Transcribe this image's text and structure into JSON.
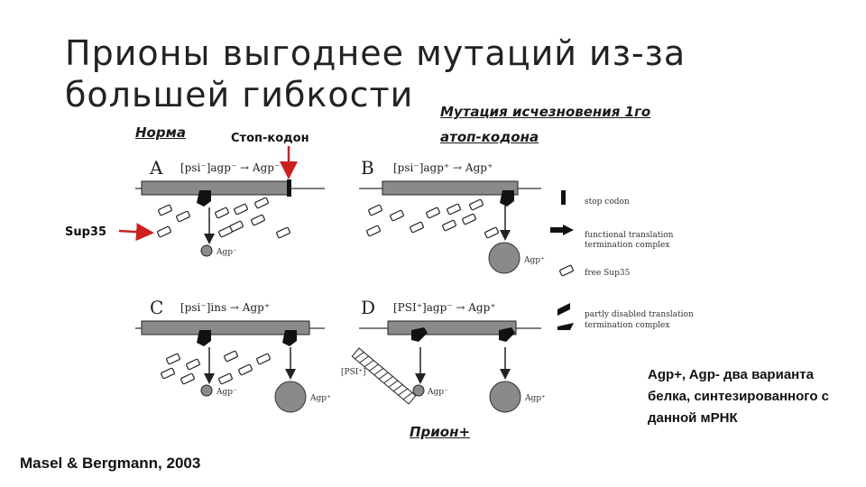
{
  "slide": {
    "title": "Прионы выгоднее мутаций из-за большей гибкости",
    "labels": {
      "norma": "Норма",
      "stop_codon": "Стоп-кодон",
      "mutation_line1": "Мутация исчезновения 1го",
      "mutation_line2": "атоп-кодона",
      "sup35": "Sup35",
      "prion": "Прион+"
    },
    "note": "Agp+, Agp-  два варианта белка, синтезированного с данной мРНК",
    "citation": "Masel & Bergmann, 2003"
  },
  "figure": {
    "panels": {
      "A": {
        "letter": "A",
        "formula": "[psi⁻]agp⁻ → Agp⁻",
        "product": "Agp⁻"
      },
      "B": {
        "letter": "B",
        "formula": "[psi⁻]agp⁺ → Agp⁺",
        "product": "Agp⁺"
      },
      "C": {
        "letter": "C",
        "formula": "[psi⁻]ins → Agp⁺",
        "product1": "Agp⁻",
        "product2": "Agp⁺"
      },
      "D": {
        "letter": "D",
        "formula": "[PSI⁺]agp⁻ → Agp⁺",
        "product1": "Agp⁻",
        "product2": "Agp⁺",
        "aggregate_label": "[PSI⁺]"
      }
    },
    "legend": {
      "stop": "stop codon",
      "functional_1": "functional translation",
      "functional_2": "termination complex",
      "free": "free Sup35",
      "partly_1": "partly disabled translation",
      "partly_2": "termination complex"
    },
    "colors": {
      "arrow_red": "#cc1f1f",
      "bar_gray": "#8a8a8a"
    }
  }
}
